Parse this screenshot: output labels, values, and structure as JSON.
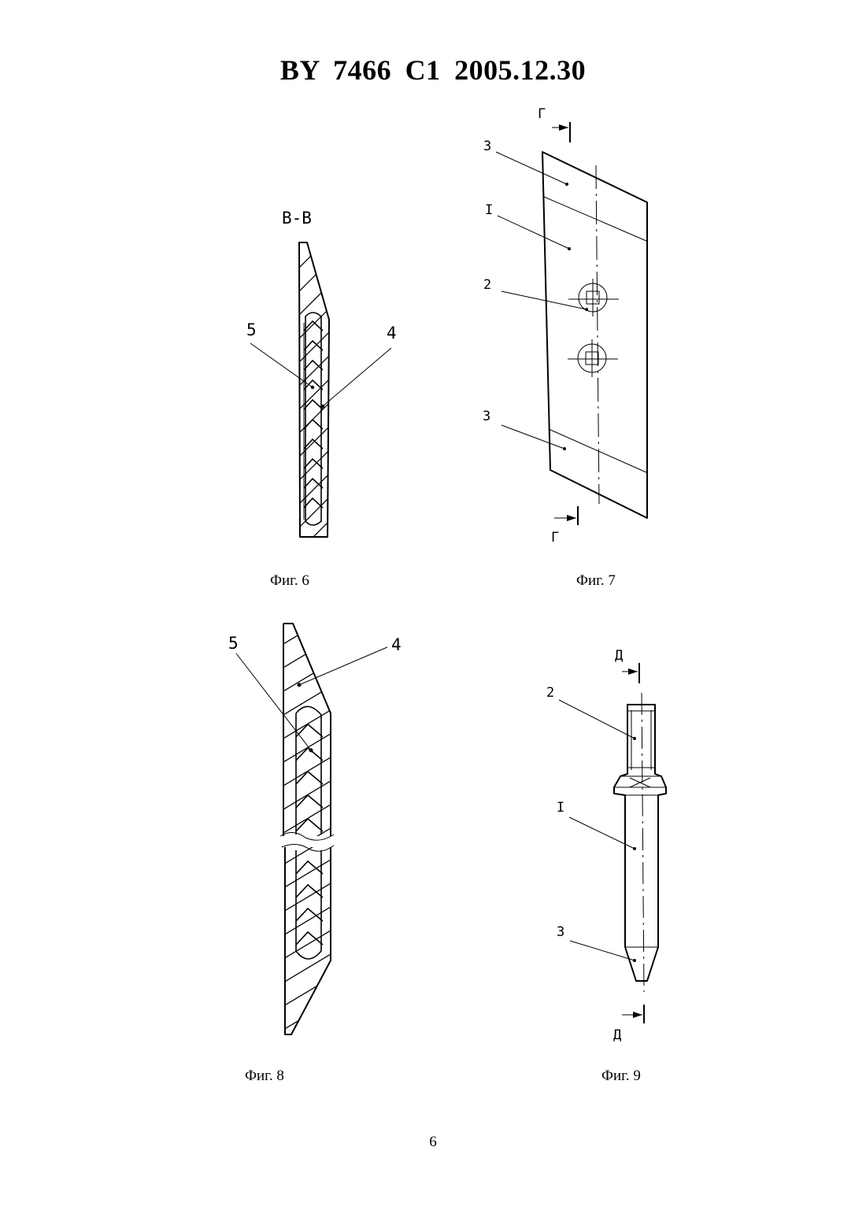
{
  "header": {
    "title": "BY 7466 C1 2005.12.30"
  },
  "figures": {
    "fig6": {
      "caption": "Фиг. 6",
      "section_title": "В-В",
      "labels": [
        "5",
        "4"
      ]
    },
    "fig7": {
      "caption": "Фиг. 7",
      "section_mark_top": "Г",
      "section_mark_bottom": "Г",
      "labels": [
        "3",
        "I",
        "2",
        "3"
      ]
    },
    "fig8": {
      "caption": "Фиг. 8",
      "labels": [
        "5",
        "4"
      ]
    },
    "fig9": {
      "caption": "Фиг. 9",
      "section_mark_top": "Д",
      "section_mark_bottom": "Д",
      "labels": [
        "2",
        "I",
        "3"
      ]
    }
  },
  "footer": {
    "page_number": "6"
  }
}
